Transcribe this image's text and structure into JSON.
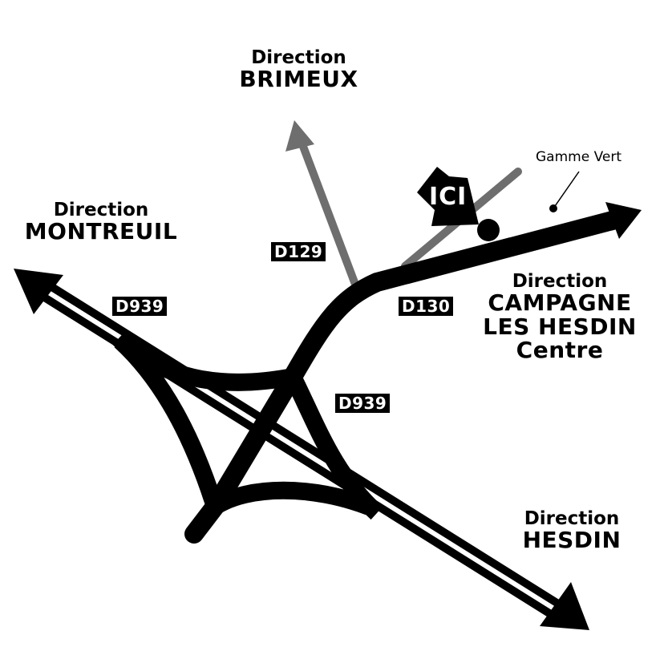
{
  "colors": {
    "main_road": "#000000",
    "secondary_road": "#6e6e6e",
    "background": "#ffffff",
    "center_line": "#ffffff"
  },
  "directions": {
    "brimeux": {
      "prefix": "Direction",
      "name": "BRIMEUX"
    },
    "montreuil": {
      "prefix": "Direction",
      "name": "MONTREUIL"
    },
    "campagne": {
      "prefix": "Direction",
      "line1": "CAMPAGNE",
      "line2": "LES HESDIN",
      "line3": "Centre"
    },
    "hesdin": {
      "prefix": "Direction",
      "name": "HESDIN"
    }
  },
  "roads": {
    "d129": "D129",
    "d939_west": "D939",
    "d939_south": "D939",
    "d130": "D130"
  },
  "poi": {
    "here_label": "ICI",
    "gamme_vert": "Gamme Vert"
  }
}
